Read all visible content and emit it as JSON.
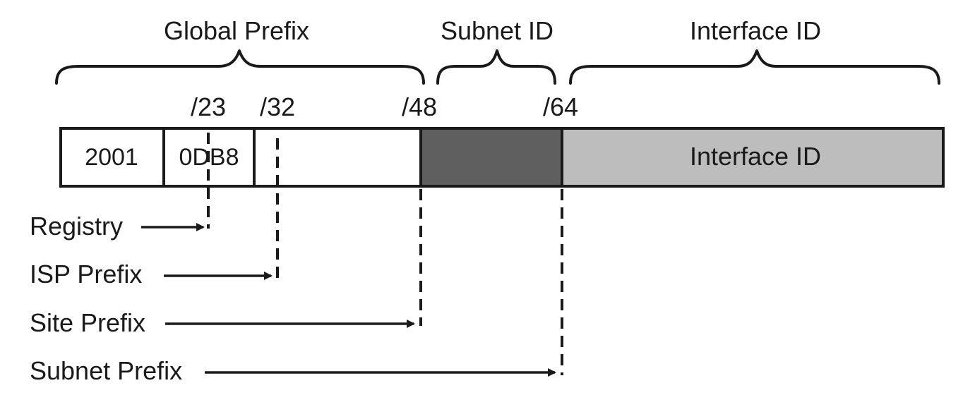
{
  "brace_labels": {
    "global_prefix": "Global Prefix",
    "subnet_id": "Subnet ID",
    "interface_id": "Interface ID"
  },
  "prefix_marks": {
    "p23": "/23",
    "p32": "/32",
    "p48": "/48",
    "p64": "/64"
  },
  "address_segments": {
    "seg1": "2001",
    "seg2": "0DB8",
    "interface": "Interface ID"
  },
  "colors": {
    "subnet_fill": "#5f5f5f",
    "interface_fill": "#bdbdbd",
    "line": "#1a1a1a"
  },
  "pointers": {
    "registry": "Registry",
    "isp_prefix": "ISP Prefix",
    "site_prefix": "Site Prefix",
    "subnet_prefix": "Subnet Prefix"
  }
}
